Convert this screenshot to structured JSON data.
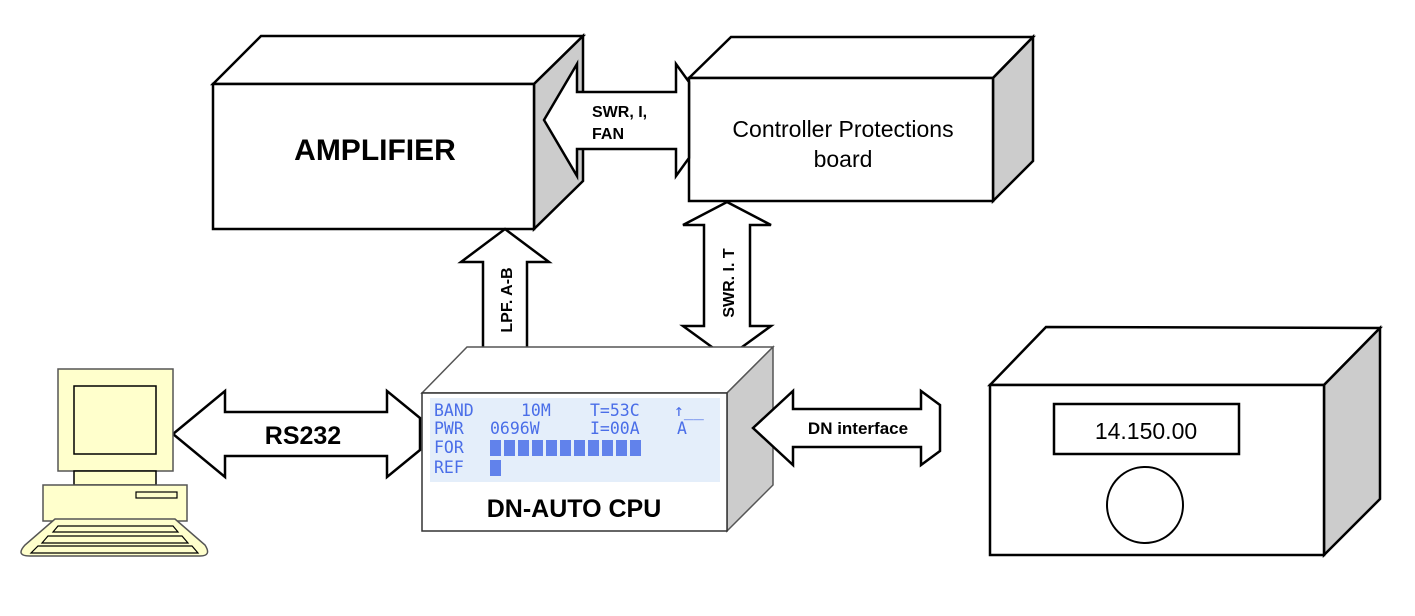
{
  "title": "DN-AUTO system block diagram",
  "colors": {
    "box_face": "#ffffff",
    "box_side": "#cccccc",
    "outline": "#000000",
    "computer_fill": "#ffffcc",
    "lcd_bg": "#e4eefa",
    "lcd_text": "#4a6ee8"
  },
  "blocks": {
    "amplifier": {
      "label": "AMPLIFIER"
    },
    "controller": {
      "label_line1": "Controller Protections",
      "label_line2": "board"
    },
    "cpu": {
      "label": "DN-AUTO CPU",
      "lcd": {
        "rows": [
          {
            "label": "BAND",
            "band": "10M",
            "temp": "T=53C",
            "indicator": "↑__"
          },
          {
            "label": "PWR",
            "power": "0696W",
            "current": "I=00A",
            "mode": "A"
          },
          {
            "label": "FOR"
          },
          {
            "label": "REF"
          }
        ],
        "forward_bar_segments": 11,
        "reflected_bar_segments": 1
      }
    },
    "radio": {
      "frequency": "14.150.00"
    },
    "computer": {
      "icon": "desktop-computer-icon"
    }
  },
  "connections": [
    {
      "id": "swr-i-fan",
      "label_line1": "SWR, I,",
      "label_line2": "FAN",
      "from": "controller",
      "to": "amplifier",
      "direction": "bidirectional"
    },
    {
      "id": "lpf-ab",
      "label": "LPF. A-B",
      "from": "cpu",
      "to": "amplifier",
      "direction": "up"
    },
    {
      "id": "swr-i-t",
      "label": "SWR. I. T",
      "from": "controller",
      "to": "cpu",
      "direction": "bidirectional"
    },
    {
      "id": "rs232",
      "label": "RS232",
      "from": "computer",
      "to": "cpu",
      "direction": "bidirectional"
    },
    {
      "id": "dn-interface",
      "label": "DN interface",
      "from": "radio",
      "to": "cpu",
      "direction": "bidirectional"
    }
  ]
}
